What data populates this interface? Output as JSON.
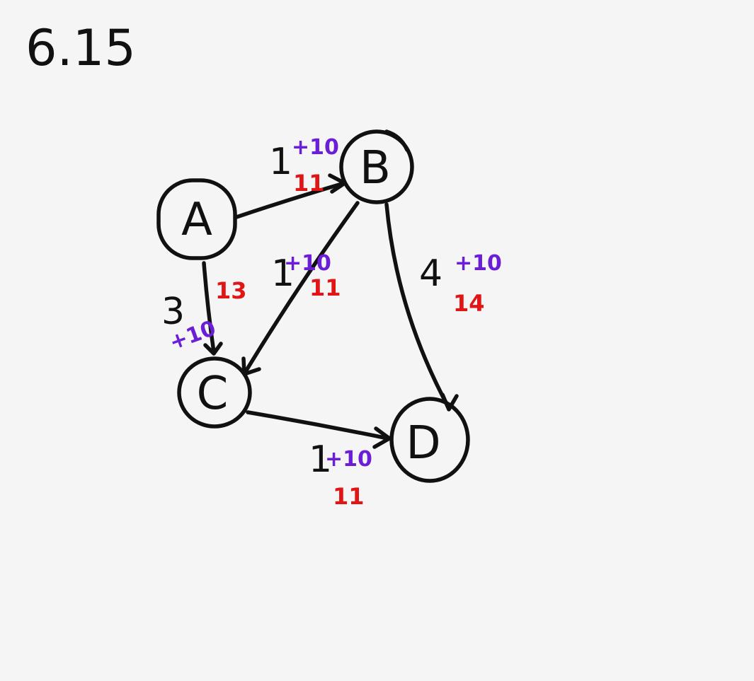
{
  "title": "6.15",
  "colors": {
    "ink": "#111111",
    "added_weight": "#6a1fd6",
    "total_weight": "#e11515",
    "background": "#f5f5f5"
  },
  "nodes": [
    {
      "id": "A",
      "label": "A"
    },
    {
      "id": "B",
      "label": "B"
    },
    {
      "id": "C",
      "label": "C"
    },
    {
      "id": "D",
      "label": "D"
    }
  ],
  "edges": [
    {
      "from": "A",
      "to": "B",
      "weight": "1",
      "added": "+10",
      "total": "11"
    },
    {
      "from": "A",
      "to": "C",
      "weight": "3",
      "added": "+10",
      "total": "13"
    },
    {
      "from": "B",
      "to": "C",
      "weight": "1",
      "added": "+10",
      "total": "11"
    },
    {
      "from": "B",
      "to": "D",
      "weight": "4",
      "added": "+10",
      "total": "14"
    },
    {
      "from": "C",
      "to": "D",
      "weight": "1",
      "added": "+10",
      "total": "11"
    }
  ]
}
